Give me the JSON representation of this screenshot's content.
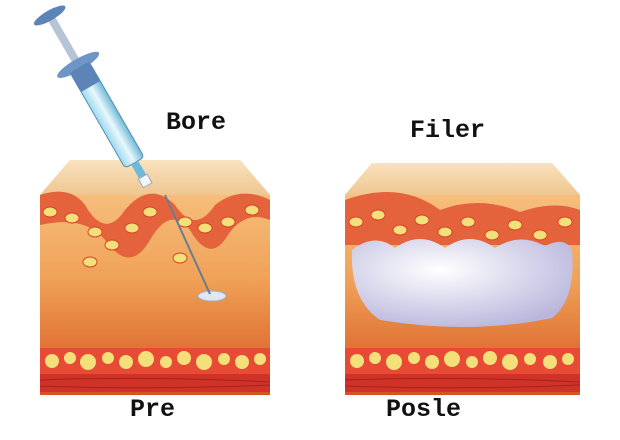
{
  "labels": {
    "before_injection": "Bore",
    "filler": "Filer",
    "before": "Pre",
    "after": "Posle"
  },
  "colors": {
    "skin_surface": "#f6d8ad",
    "dermis_band": "#e4633c",
    "cell": "#f4e07a",
    "fat_layer": "#e84b35",
    "muscle": "#cf3228",
    "filler": "#e6e4f4"
  }
}
